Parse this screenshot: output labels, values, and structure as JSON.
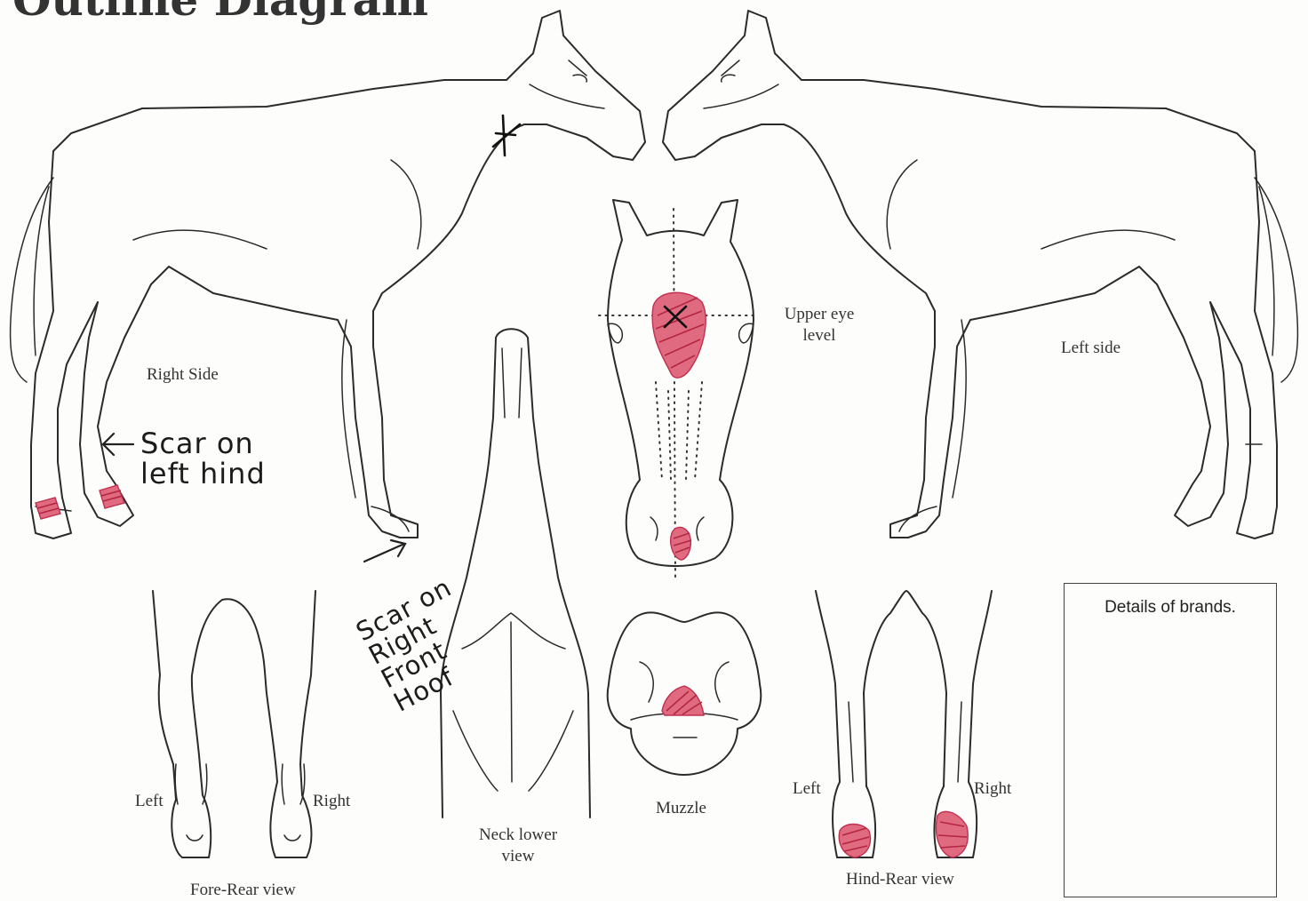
{
  "title": "Outline Diagram",
  "labels": {
    "right_side": "Right Side",
    "left_side": "Left side",
    "upper_eye_level": "Upper eye level",
    "neck_lower_view": "Neck lower view",
    "muzzle": "Muzzle",
    "fore_rear_view": "Fore-Rear view",
    "hind_rear_view": "Hind-Rear view",
    "fore_left": "Left",
    "fore_right": "Right",
    "hind_left": "Left",
    "hind_right": "Right"
  },
  "brands_box": {
    "label": "Details of brands."
  },
  "handwritten_notes": {
    "scar_left_hind": [
      "Scar on",
      "left hind"
    ],
    "scar_right_front": [
      "Scar on",
      "Right",
      "Front",
      "Hoof"
    ]
  },
  "colors": {
    "scar_marking": "#d9415e",
    "line": "#2b2b2b"
  }
}
